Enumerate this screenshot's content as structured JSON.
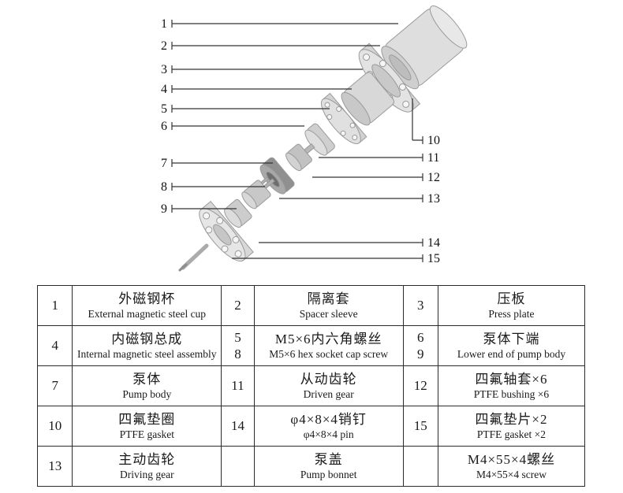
{
  "diagram": {
    "left_callouts": [
      "1",
      "2",
      "3",
      "4",
      "5",
      "6",
      "7",
      "8",
      "9"
    ],
    "right_callouts": [
      "10",
      "11",
      "12",
      "13",
      "14",
      "15"
    ]
  },
  "table": {
    "rows": [
      [
        {
          "num": "1",
          "zh": "外磁钢杯",
          "en": "External magnetic steel cup"
        },
        {
          "num": "2",
          "zh": "隔离套",
          "en": "Spacer sleeve"
        },
        {
          "num": "3",
          "zh": "压板",
          "en": "Press plate"
        }
      ],
      [
        {
          "num": "4",
          "zh": "内磁钢总成",
          "en": "Internal magnetic steel assembly"
        },
        {
          "num": "5\n8",
          "zh": "M5×6内六角螺丝",
          "en": "M5×6 hex socket cap screw"
        },
        {
          "num": "6\n9",
          "zh": "泵体下端",
          "en": "Lower end of pump body"
        }
      ],
      [
        {
          "num": "7",
          "zh": "泵体",
          "en": "Pump body"
        },
        {
          "num": "11",
          "zh": "从动齿轮",
          "en": "Driven gear"
        },
        {
          "num": "12",
          "zh": "四氟轴套×6",
          "en": "PTFE bushing ×6"
        }
      ],
      [
        {
          "num": "10",
          "zh": "四氟垫圈",
          "en": "PTFE gasket"
        },
        {
          "num": "14",
          "zh": "φ4×8×4销钉",
          "en": "φ4×8×4 pin"
        },
        {
          "num": "15",
          "zh": "四氟垫片×2",
          "en": "PTFE gasket ×2"
        }
      ],
      [
        {
          "num": "13",
          "zh": "主动齿轮",
          "en": "Driving gear"
        },
        {
          "num": "",
          "zh": "泵盖",
          "en": "Pump bonnet"
        },
        {
          "num": "",
          "zh": "M4×55×4螺丝",
          "en": "M4×55×4 screw"
        }
      ]
    ]
  }
}
